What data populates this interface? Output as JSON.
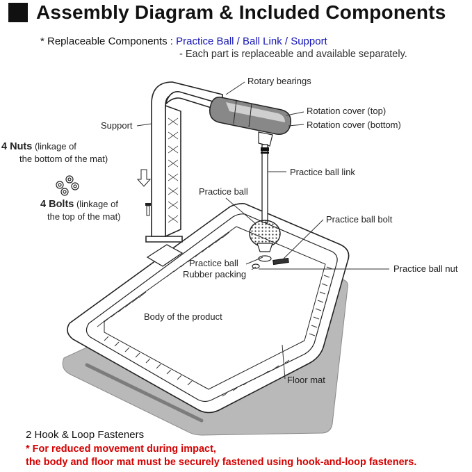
{
  "header": {
    "title": "Assembly Diagram & Included Components",
    "replaceable_prefix": "* Replaceable Components : ",
    "replaceable_items": "Practice Ball / Ball Link / Support",
    "replaceable_note": "- Each part is replaceable and available separately."
  },
  "labels": {
    "rotary_bearings": "Rotary bearings",
    "rotation_cover_top": "Rotation cover (top)",
    "rotation_cover_bottom": "Rotation cover (bottom)",
    "support": "Support",
    "nuts_bold": "4 Nuts",
    "nuts_line1": " (linkage of",
    "nuts_line2": "the bottom of the mat)",
    "practice_ball_link": "Practice ball link",
    "practice_ball": "Practice ball",
    "bolts_bold": "4 Bolts",
    "bolts_line1": " (linkage of",
    "bolts_line2": "the top of the mat)",
    "practice_ball_bolt": "Practice ball bolt",
    "practice_ball_rubber_1": "Practice ball",
    "practice_ball_rubber_2": "Rubber packing",
    "practice_ball_nut": "Practice ball nut",
    "body": "Body of the product",
    "floor_mat": "Floor mat"
  },
  "footer": {
    "fasteners_title": "2 Hook & Loop Fasteners",
    "note_line1": "* For reduced movement during impact,",
    "note_line2": "the body and floor mat must be securely fastened using hook-and-loop fasteners."
  },
  "colors": {
    "accent_blue": "#1414b4",
    "warning_red": "#d40000",
    "floor_mat_gray": "#b8b8b8"
  }
}
